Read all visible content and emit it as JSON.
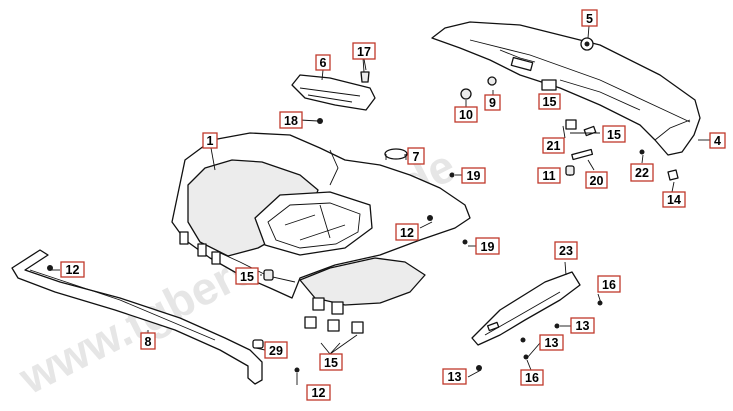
{
  "watermark": "www.tgbersatzteile.de",
  "colors": {
    "label_border": "#c0392b",
    "line": "#111111",
    "watermark": "#e6e6e6"
  },
  "labels": [
    {
      "id": "l1",
      "text": "1"
    },
    {
      "id": "l4",
      "text": "4"
    },
    {
      "id": "l5",
      "text": "5"
    },
    {
      "id": "l6",
      "text": "6"
    },
    {
      "id": "l7",
      "text": "7"
    },
    {
      "id": "l8",
      "text": "8"
    },
    {
      "id": "l9",
      "text": "9"
    },
    {
      "id": "l10",
      "text": "10"
    },
    {
      "id": "l11",
      "text": "11"
    },
    {
      "id": "l12a",
      "text": "12"
    },
    {
      "id": "l12b",
      "text": "12"
    },
    {
      "id": "l12c",
      "text": "12"
    },
    {
      "id": "l13a",
      "text": "13"
    },
    {
      "id": "l13b",
      "text": "13"
    },
    {
      "id": "l13c",
      "text": "13"
    },
    {
      "id": "l14",
      "text": "14"
    },
    {
      "id": "l15a",
      "text": "15"
    },
    {
      "id": "l15b",
      "text": "15"
    },
    {
      "id": "l15c",
      "text": "15"
    },
    {
      "id": "l15d",
      "text": "15"
    },
    {
      "id": "l16a",
      "text": "16"
    },
    {
      "id": "l16b",
      "text": "16"
    },
    {
      "id": "l17",
      "text": "17"
    },
    {
      "id": "l18",
      "text": "18"
    },
    {
      "id": "l19a",
      "text": "19"
    },
    {
      "id": "l19b",
      "text": "19"
    },
    {
      "id": "l20",
      "text": "20"
    },
    {
      "id": "l21",
      "text": "21"
    },
    {
      "id": "l22",
      "text": "22"
    },
    {
      "id": "l23",
      "text": "23"
    },
    {
      "id": "l29",
      "text": "29"
    }
  ]
}
